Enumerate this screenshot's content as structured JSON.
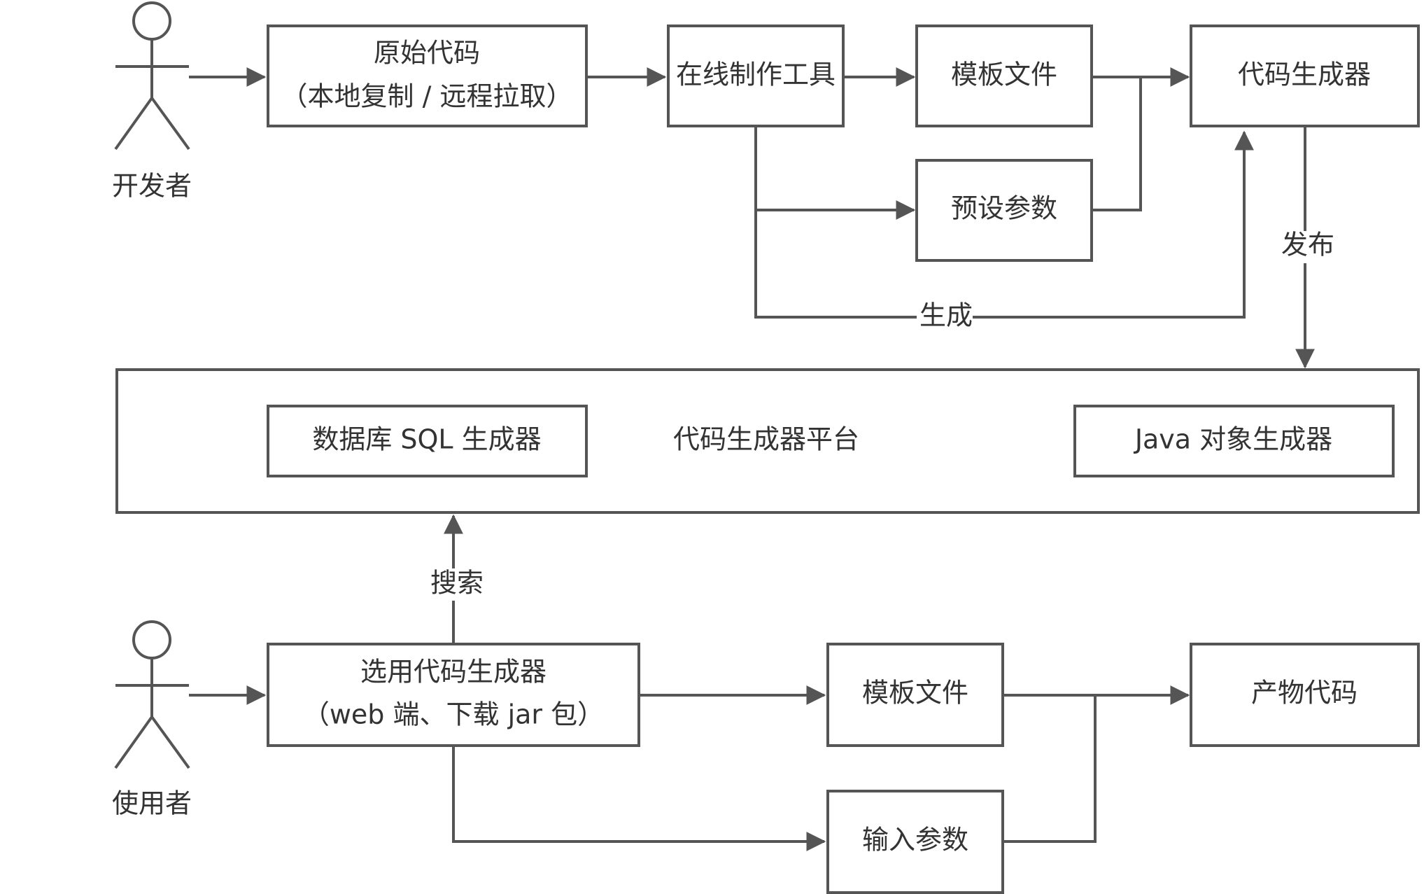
{
  "actors": {
    "developer": "开发者",
    "user": "使用者"
  },
  "nodes": {
    "source_code_line1": "原始代码",
    "source_code_line2": "（本地复制 / 远程拉取）",
    "online_tool": "在线制作工具",
    "template_files_top": "模板文件",
    "preset_params": "预设参数",
    "code_generator": "代码生成器",
    "platform": "代码生成器平台",
    "db_sql_generator": "数据库 SQL 生成器",
    "java_object_generator": "Java 对象生成器",
    "select_generator_line1": "选用代码生成器",
    "select_generator_line2": "（web 端、下载 jar 包）",
    "template_files_bottom": "模板文件",
    "input_params": "输入参数",
    "output_code": "产物代码"
  },
  "edges": {
    "generate": "生成",
    "publish": "发布",
    "search": "搜索"
  },
  "colors": {
    "stroke": "#555555",
    "text": "#333333",
    "background": "#ffffff"
  }
}
